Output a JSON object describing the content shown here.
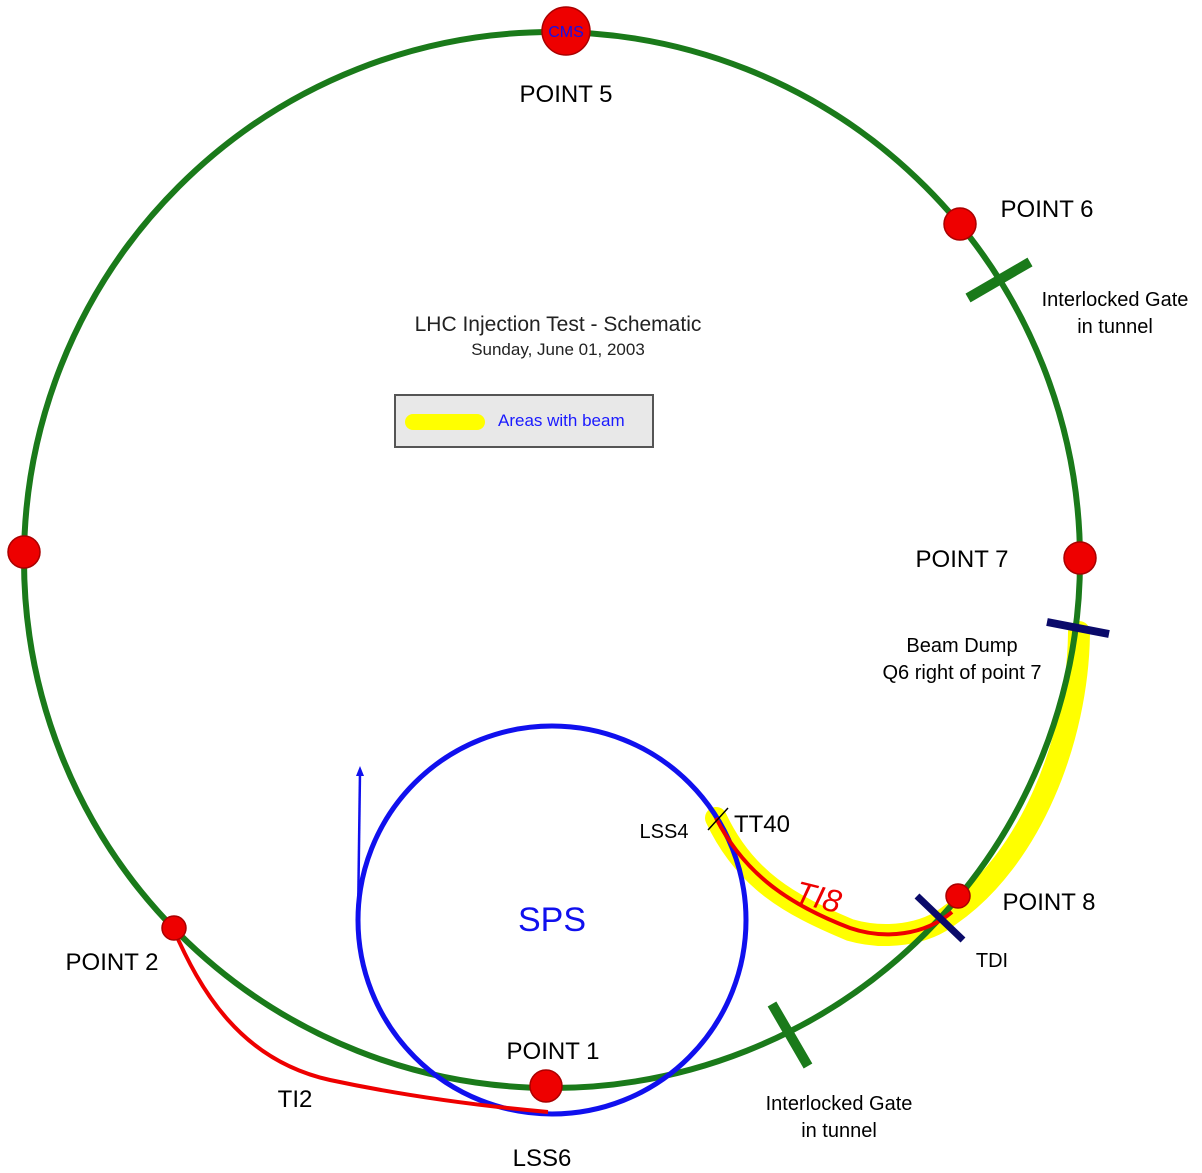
{
  "title": "LHC Injection Test - Schematic",
  "date": "Sunday, June 01, 2003",
  "legend": {
    "label": "Areas with beam",
    "color": "#ffff00"
  },
  "colors": {
    "lhc_ring": "#1a7a1a",
    "sps_ring": "#1010ee",
    "transfer_line": "#ee0000",
    "beam_area": "#ffff00",
    "point_marker": "#ee0000",
    "gate": "#1a7a1a",
    "dump": "#0a0a6a"
  },
  "points": {
    "point1": "POINT 1",
    "point2": "POINT 2",
    "point5": "POINT 5",
    "point6": "POINT 6",
    "point7": "POINT 7",
    "point8": "POINT 8",
    "cms": "CMS"
  },
  "sps": {
    "label": "SPS",
    "lss4": "LSS4",
    "lss6": "LSS6"
  },
  "lines": {
    "ti2": "TI2",
    "ti8": "TI8",
    "tt40": "TT40",
    "tdi": "TDI"
  },
  "gate_top": {
    "line1": "Interlocked Gate",
    "line2": "in tunnel"
  },
  "gate_bottom": {
    "line1": "Interlocked Gate",
    "line2": "in tunnel"
  },
  "beam_dump": {
    "line1": "Beam Dump",
    "line2": "Q6 right of point 7"
  }
}
